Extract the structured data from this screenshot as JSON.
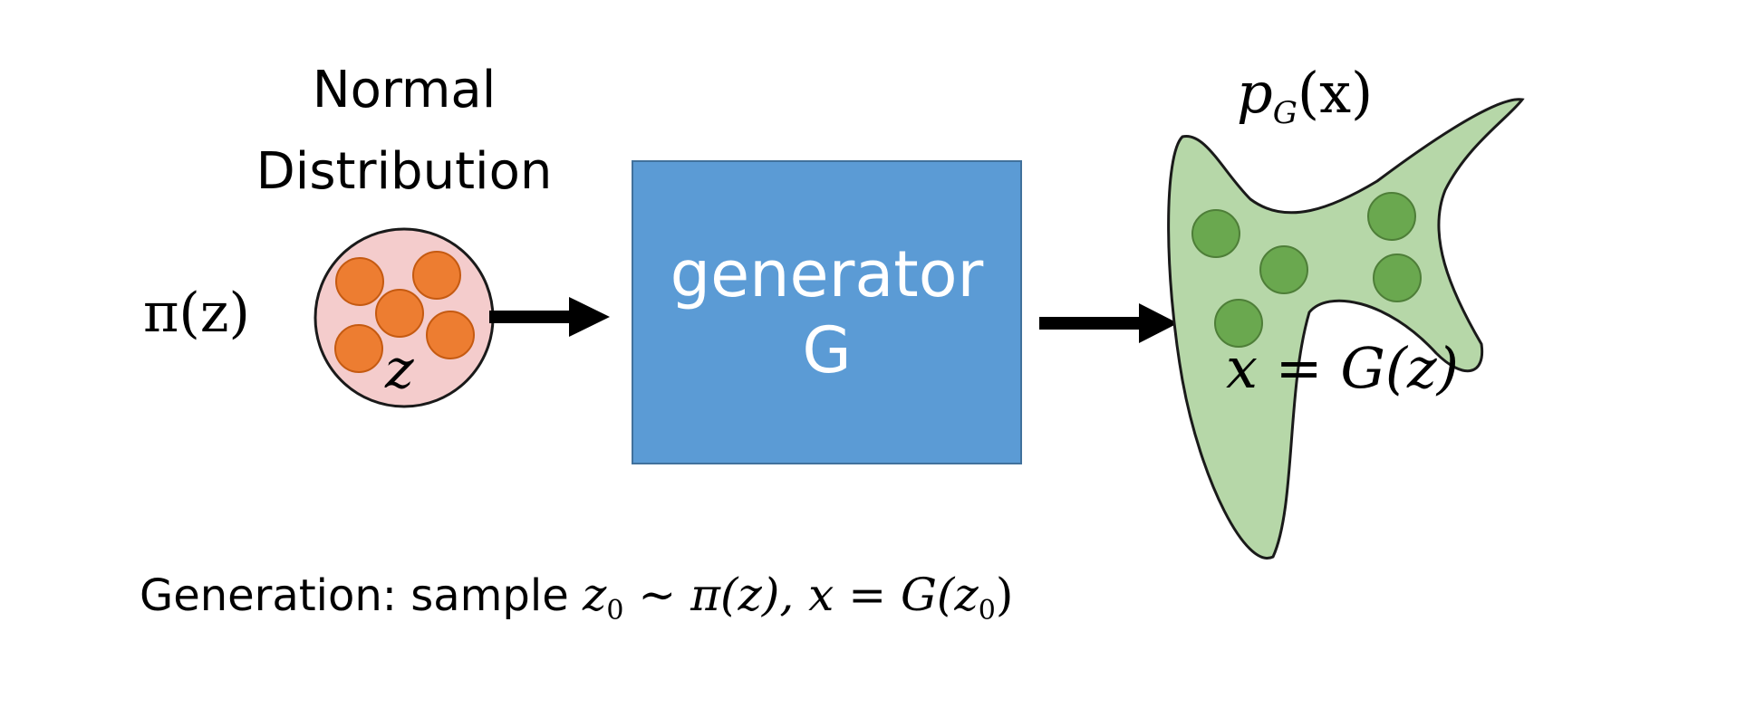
{
  "normal_distribution": {
    "title_line1": "Normal",
    "title_line2": "Distribution",
    "prior_label": "π(z)",
    "sample_variable": "z",
    "dot_color": "#ed7d31",
    "circle_fill": "#f4cccc"
  },
  "generator": {
    "line1": "generator",
    "line2": "G",
    "fill_color": "#5b9bd5"
  },
  "output_distribution": {
    "label_p": "p",
    "label_sub": "G",
    "label_arg": "(x)",
    "mapping_label": "x = G(z)",
    "blob_color": "#b6d7a8",
    "dot_color": "#6aa84f"
  },
  "caption": {
    "prefix": "Generation: sample ",
    "formula_a": "z",
    "formula_a_sub": "0",
    "formula_b": " ∼ π(z), x = G(z",
    "formula_b_sub": "0",
    "formula_c": ")"
  }
}
